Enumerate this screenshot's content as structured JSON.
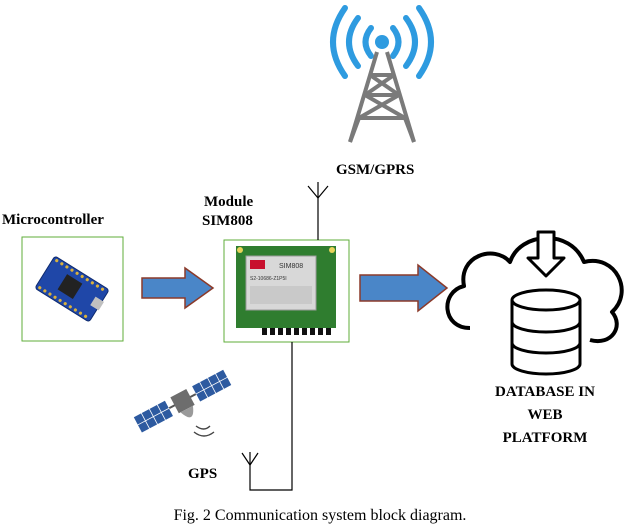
{
  "labels": {
    "microcontroller": "Microcontroller",
    "module_line1": "Module",
    "module_line2": "SIM808",
    "gsm": "GSM/GPRS",
    "gps": "GPS",
    "db_line1": "DATABASE IN",
    "db_line2": "WEB",
    "db_line3": "PLATFORM"
  },
  "chip_text": {
    "brand": "SIM808",
    "line1": "S2-10686-Z1P5I"
  },
  "caption": "Fig. 2 Communication system block diagram.",
  "colors": {
    "arrow_fill": "#4a86c8",
    "arrow_stroke": "#8b3a2a",
    "box_border": "#5fae3a",
    "signal": "#2e9be0",
    "tower": "#8a8a8a",
    "board": "#2f7d2f",
    "mcu_board": "#1f47a8"
  },
  "icons": [
    "cell-tower-icon",
    "antenna-icon",
    "satellite-icon",
    "cloud-database-icon",
    "download-arrow-icon"
  ]
}
